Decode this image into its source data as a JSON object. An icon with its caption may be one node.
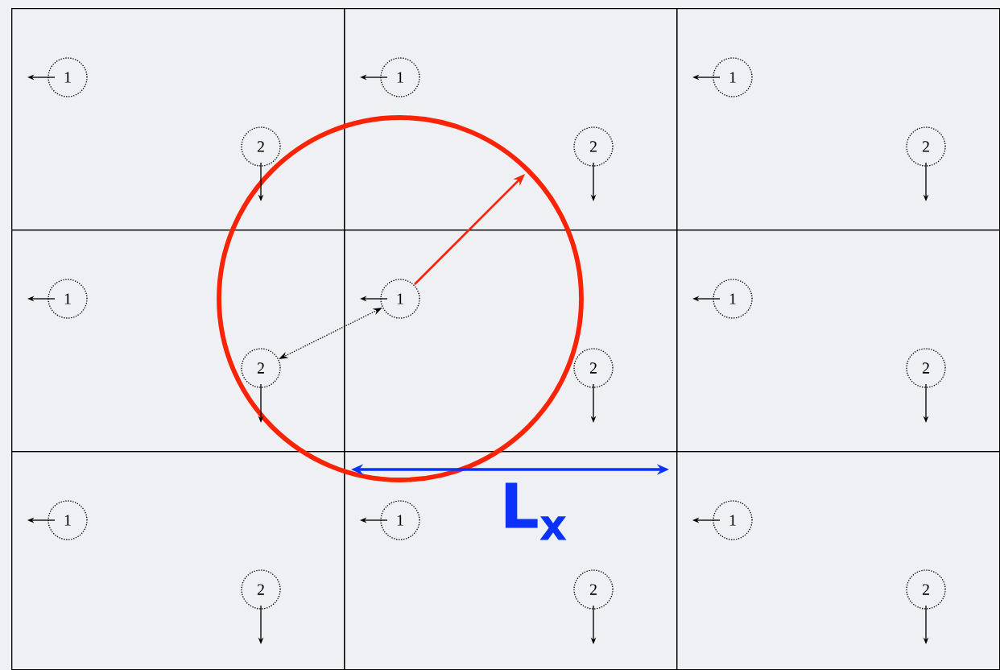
{
  "diagram": {
    "nodes": [
      {
        "text": [],
        "shape": "box"
      },
      {
        "text": [
          "1"
        ],
        "in": 0
      },
      {
        "text": [
          "2"
        ],
        "in": 0
      },
      {
        "text": [],
        "shape": "box"
      },
      {
        "text": [
          "1"
        ],
        "in": 3
      },
      {
        "text": [
          "2"
        ],
        "in": 3
      },
      {
        "text": [],
        "shape": "box"
      },
      {
        "text": [
          "1"
        ],
        "in": 6
      },
      {
        "text": [
          "2"
        ],
        "in": 6
      },
      {
        "text": [],
        "shape": "box"
      },
      {
        "text": [
          "1"
        ],
        "in": 9
      },
      {
        "text": [
          "2"
        ],
        "in": 9
      },
      {
        "text": [],
        "shape": "box"
      },
      {
        "text": [
          "1"
        ],
        "in": 12
      },
      {
        "text": [
          "2"
        ],
        "in": 12
      },
      {
        "text": [],
        "shape": "box"
      },
      {
        "text": [
          "1"
        ],
        "in": 15
      },
      {
        "text": [
          "2"
        ],
        "in": 15
      },
      {
        "text": [],
        "shape": "box"
      },
      {
        "text": [
          "1"
        ],
        "in": 18
      },
      {
        "text": [
          "2"
        ],
        "in": 18
      },
      {
        "text": [],
        "shape": "box"
      },
      {
        "text": [
          "1"
        ],
        "in": 21
      },
      {
        "text": [
          "2"
        ],
        "in": 21
      },
      {
        "text": [],
        "shape": "box"
      },
      {
        "text": [
          "1"
        ],
        "in": 24
      },
      {
        "text": [
          "2"
        ],
        "in": 24
      }
    ],
    "edges": [
      {
        "from": 13,
        "to": 11,
        "arrow": "both"
      }
    ],
    "labels": [
      "L$_{x}$"
    ]
  }
}
